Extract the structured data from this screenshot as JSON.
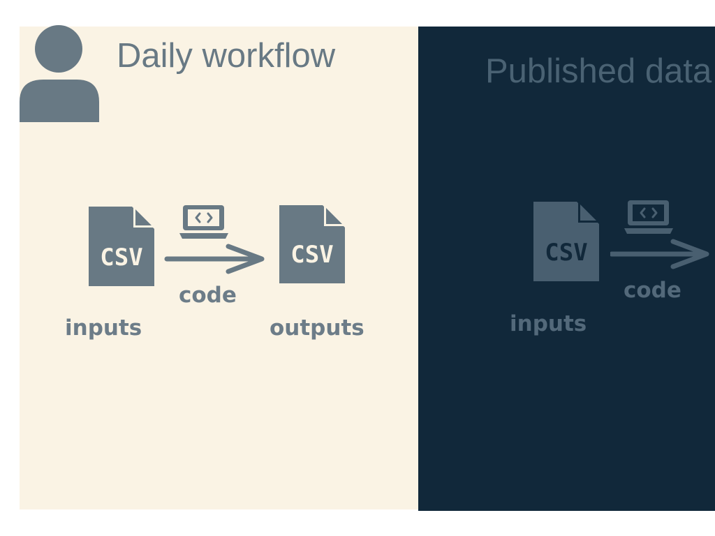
{
  "colors": {
    "left_panel_bg": "#faf3e4",
    "right_panel_bg": "#11283a",
    "left_icon": "#687984",
    "right_icon": "#495f70"
  },
  "icons": {
    "user": "user-icon",
    "file": "csv-file-icon",
    "laptop": "laptop-code-icon",
    "arrow": "arrow-right-icon"
  },
  "left_panel": {
    "title": "Daily workflow",
    "input_file_text": "CSV",
    "output_file_text": "CSV",
    "inputs_label": "inputs",
    "code_label": "code",
    "outputs_label": "outputs"
  },
  "right_panel": {
    "title": "Published data",
    "input_file_text": "CSV",
    "inputs_label": "inputs",
    "code_label": "code"
  }
}
